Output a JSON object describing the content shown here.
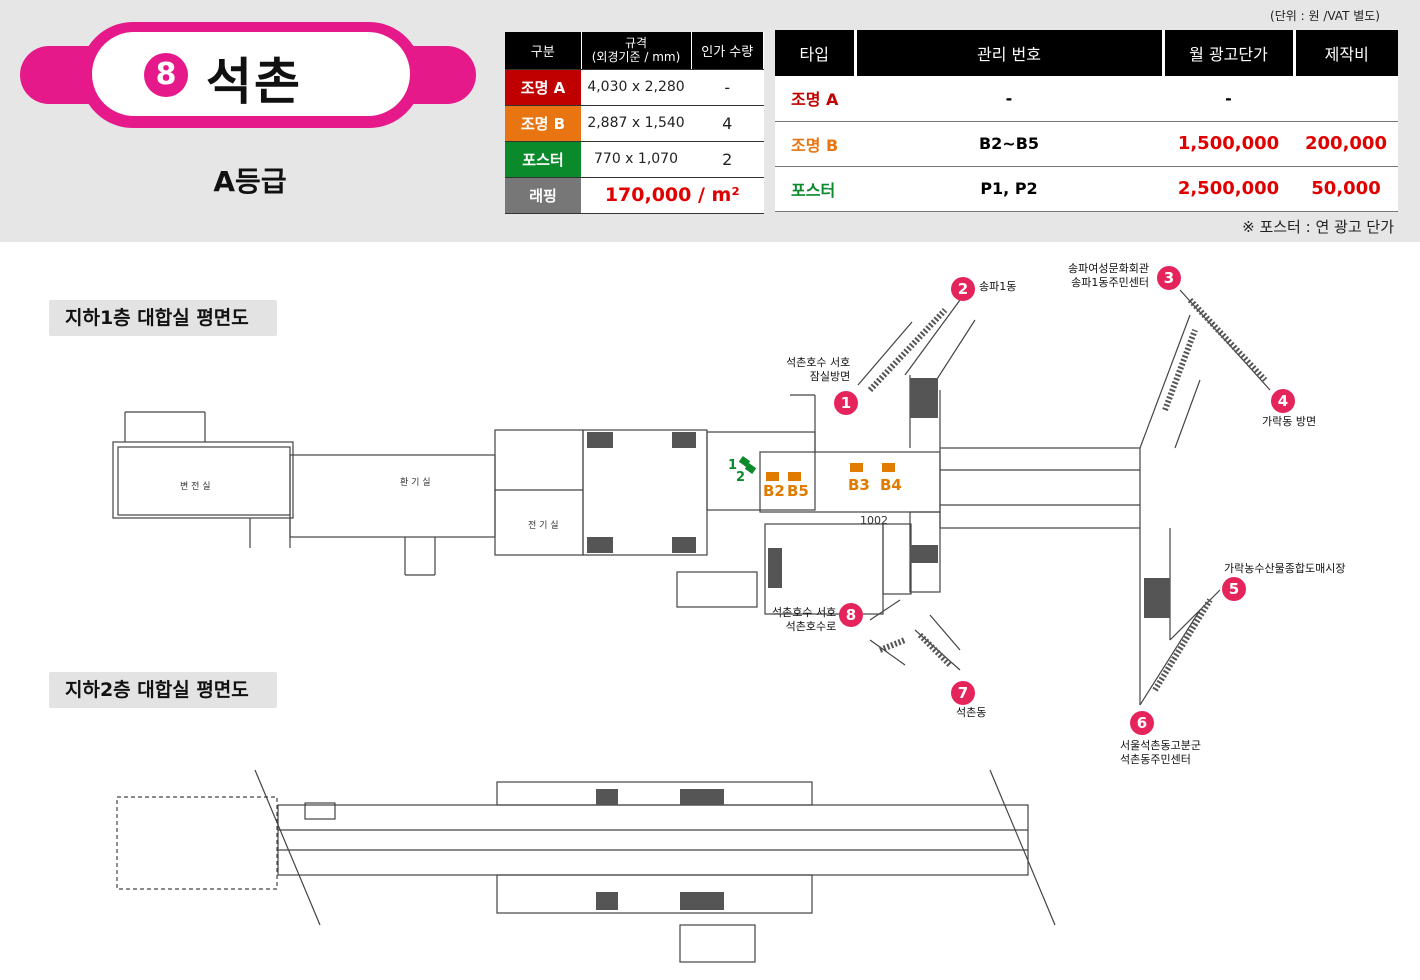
{
  "header": {
    "station_number": "8",
    "station_name": "석촌",
    "grade": "A등급",
    "unit_note": "(단위 : 원 /VAT 별도)",
    "poster_note": "※ 포스터 : 연 광고 단가"
  },
  "spec_table": {
    "headers": [
      "구분",
      "규격\n(외경기준 / mm)",
      "인가 수량"
    ],
    "header_size_line1": "규격",
    "header_size_line2": "(외경기준 / mm)",
    "rows": [
      {
        "category": "조명 A",
        "size": "4,030 x 2,280",
        "qty": "-",
        "color": "#c00000"
      },
      {
        "category": "조명 B",
        "size": "2,887 x 1,540",
        "qty": "4",
        "color": "#e87511"
      },
      {
        "category": "포스터",
        "size": "770 x 1,070",
        "qty": "2",
        "color": "#0b8a2c"
      }
    ],
    "wrapping": {
      "category": "래핑",
      "price": "170,000 / m²",
      "color": "#777777"
    }
  },
  "price_table": {
    "headers": [
      "타입",
      "관리 번호",
      "월 광고단가",
      "제작비"
    ],
    "rows": [
      {
        "type": "조명 A",
        "code": "-",
        "monthly": "-",
        "production": "",
        "color": "#c00000"
      },
      {
        "type": "조명 B",
        "code": "B2~B5",
        "monthly": "1,500,000",
        "production": "200,000",
        "color": "#e87511"
      },
      {
        "type": "포스터",
        "code": "P1, P2",
        "monthly": "2,500,000",
        "production": "50,000",
        "color": "#0b8a2c"
      }
    ]
  },
  "floors": {
    "b1_label": "지하1층 대합실 평면도",
    "b2_label": "지하2층 대합실 평면도"
  },
  "markers": {
    "b2": "B2",
    "b5": "B5",
    "b3": "B3",
    "b4": "B4",
    "p1": "1",
    "p2": "2"
  },
  "exits": [
    {
      "num": "1",
      "label": "석촌호수 서호\n잠실방면"
    },
    {
      "num": "2",
      "label": "송파1동"
    },
    {
      "num": "3",
      "label": "송파여성문화회관\n송파1동주민센터"
    },
    {
      "num": "4",
      "label": "가락동 방면"
    },
    {
      "num": "5",
      "label": "가락농수산물종합도매시장"
    },
    {
      "num": "6",
      "label": "서울석촌동고분군\n석촌동주민센터"
    },
    {
      "num": "7",
      "label": "석촌동"
    },
    {
      "num": "8",
      "label": "석촌호수 서호\n석촌호수로"
    }
  ],
  "plan_text": {
    "room1": "변 전 실",
    "room2": "환 기 실",
    "room3": "전 기 실",
    "p1002": "1002"
  }
}
